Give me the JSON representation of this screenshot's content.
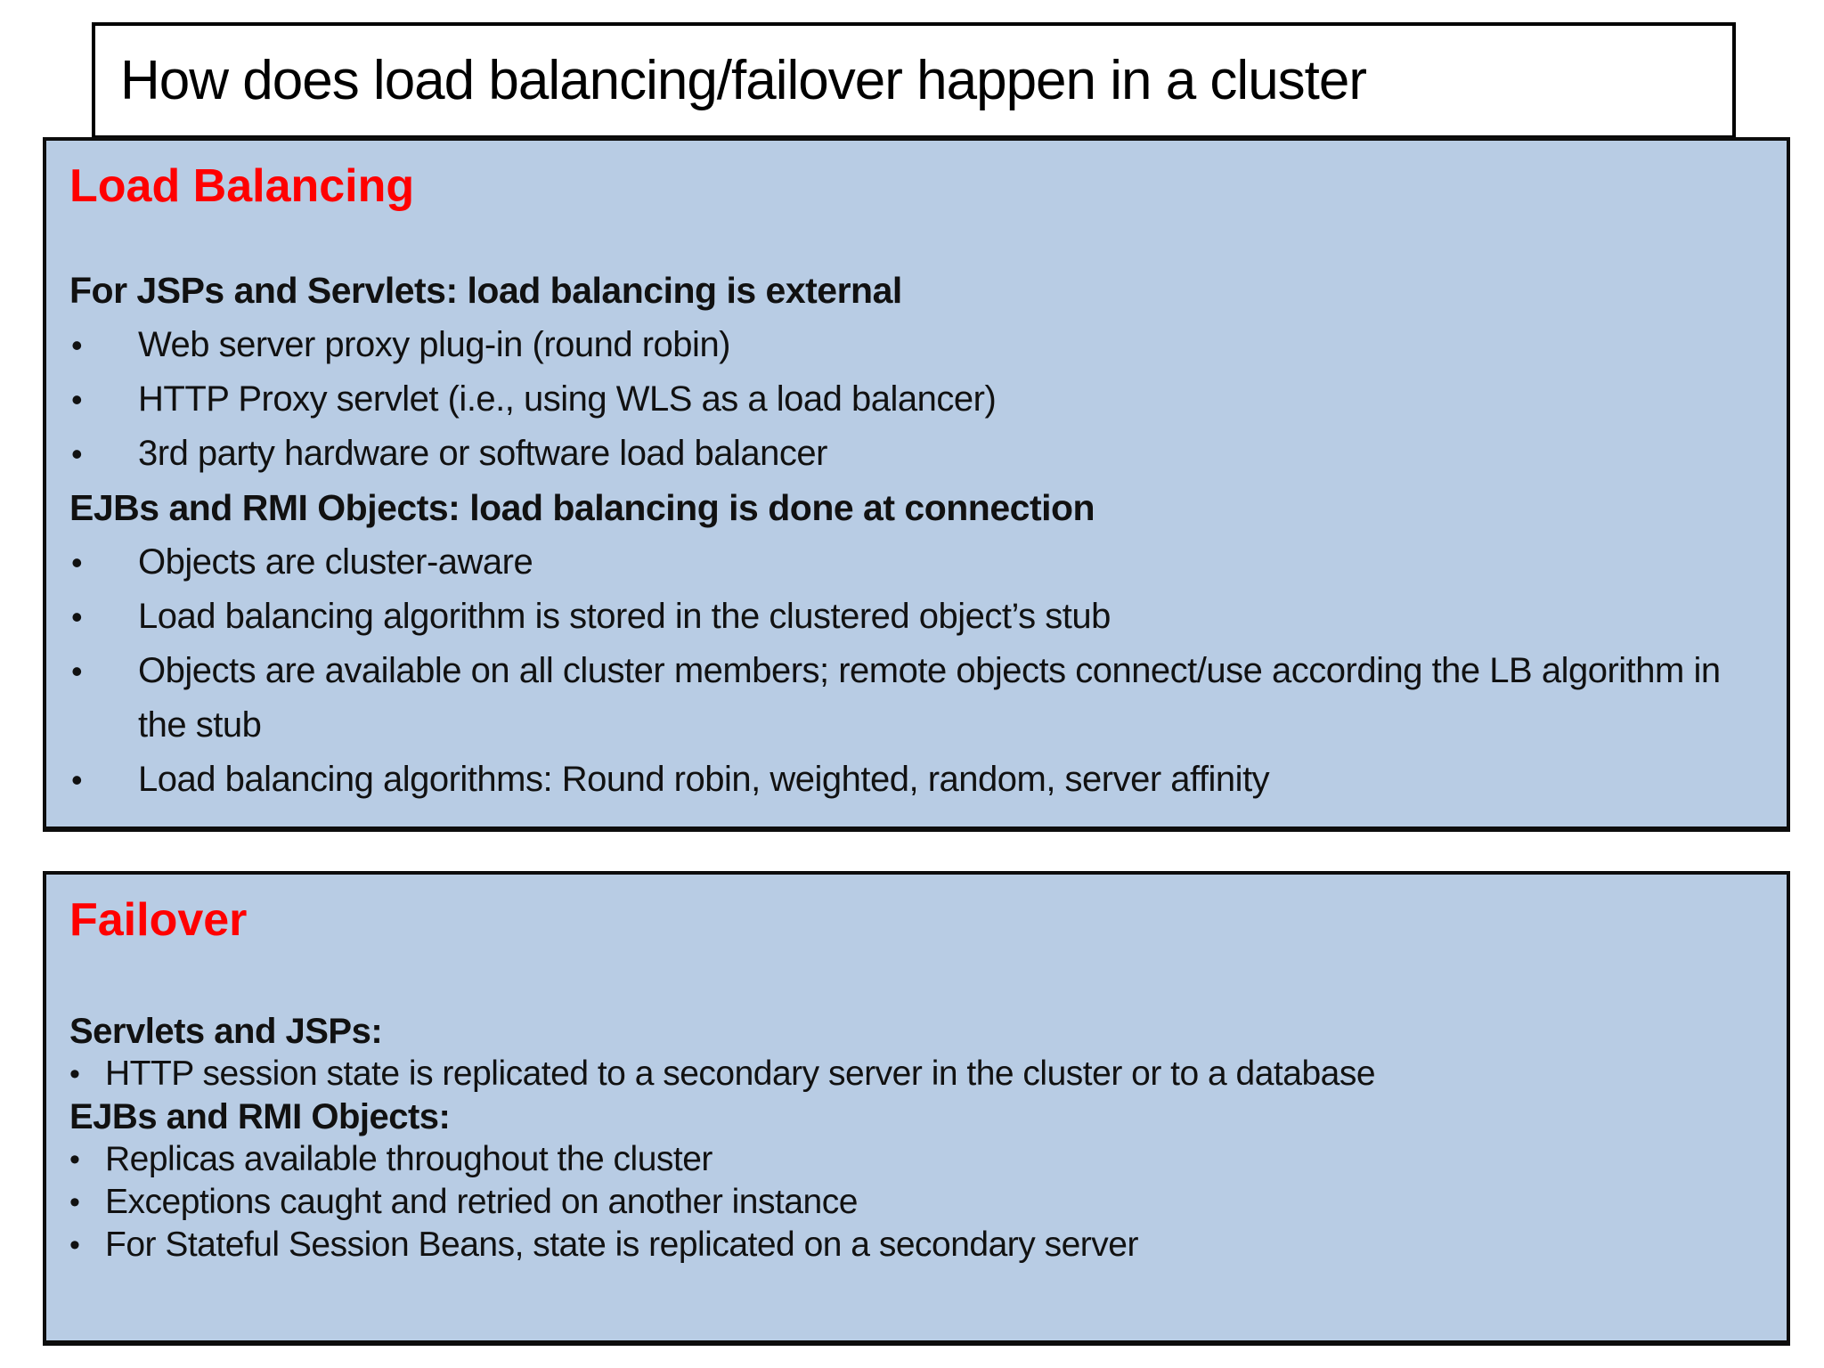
{
  "title": "How does load balancing/failover happen in a cluster",
  "bullet_char": "•",
  "colors": {
    "heading_red": "#ff0000",
    "panel_blue": "#b8cce4",
    "border_black": "#000000"
  },
  "load_balancing": {
    "heading": "Load Balancing",
    "sections": [
      {
        "heading": "For JSPs and Servlets: load balancing is external",
        "bullets": [
          "Web server proxy plug-in (round robin)",
          "HTTP Proxy servlet (i.e., using WLS as a load balancer)",
          "3rd party hardware or software load balancer"
        ]
      },
      {
        "heading": "EJBs and RMI Objects: load balancing is done at connection",
        "bullets": [
          "Objects are cluster-aware",
          "Load balancing algorithm is stored in the clustered object’s stub",
          "Objects are available on all cluster members; remote objects connect/use  according the LB algorithm in the stub",
          "Load balancing algorithms: Round robin, weighted, random, server affinity"
        ]
      }
    ]
  },
  "failover": {
    "heading": "Failover",
    "sections": [
      {
        "heading": "Servlets and JSPs:",
        "bullets": [
          "HTTP session state is replicated to a secondary server in the cluster or to a database"
        ]
      },
      {
        "heading": "EJBs and RMI Objects:",
        "bullets": [
          "Replicas available throughout the cluster",
          "Exceptions caught and retried on another instance",
          "For Stateful Session Beans, state is replicated on a secondary server"
        ]
      }
    ]
  }
}
